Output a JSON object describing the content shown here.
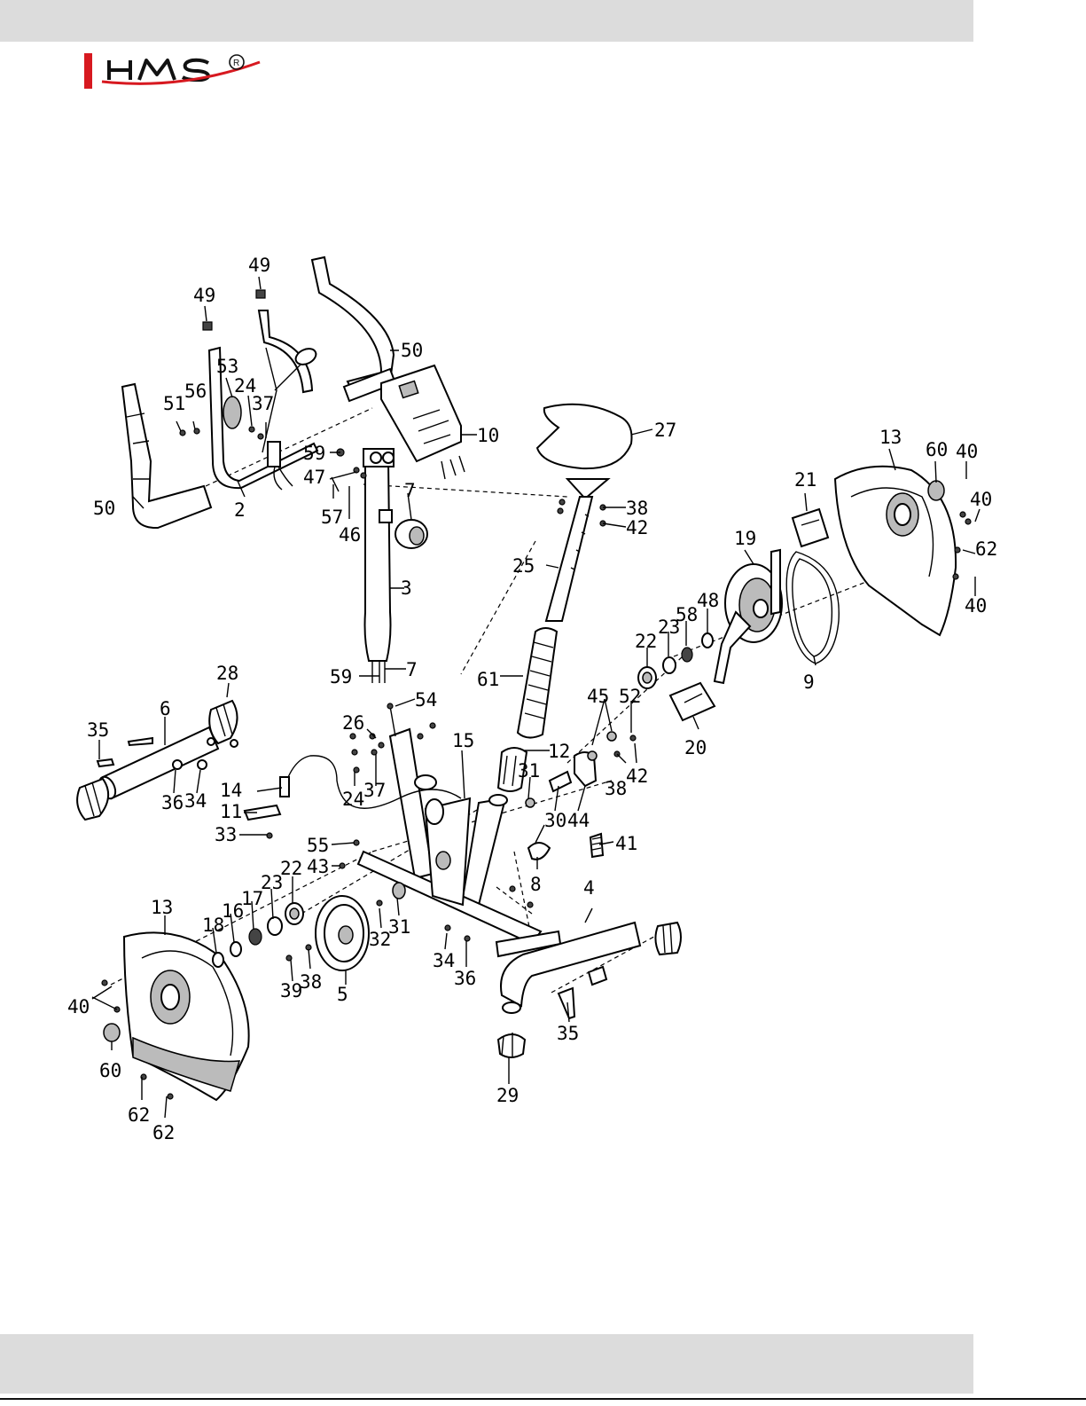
{
  "brand": {
    "name": "HMS",
    "registered_mark": "R",
    "accent_color": "#d71920"
  },
  "colors": {
    "band": "#dcdcdc",
    "ink": "#000000"
  },
  "callouts": {
    "handlebar_left": [
      "50",
      "2",
      "51",
      "56",
      "53",
      "24",
      "37",
      "49"
    ],
    "handlebar_right": [
      "49",
      "50"
    ],
    "console": [
      "10",
      "59",
      "47",
      "57",
      "46",
      "7"
    ],
    "handlebar_post": [
      "3",
      "59",
      "7"
    ],
    "seat": [
      "27",
      "38",
      "42",
      "25",
      "61"
    ],
    "drive": [
      "13",
      "60",
      "40",
      "40",
      "62",
      "40",
      "21",
      "19",
      "9",
      "48",
      "58",
      "23",
      "22",
      "52",
      "45",
      "42",
      "38",
      "20"
    ],
    "front_stabilizer": [
      "28",
      "6",
      "35",
      "36",
      "34"
    ],
    "frame": [
      "54",
      "26",
      "24",
      "37",
      "15",
      "12",
      "31",
      "30",
      "44",
      "41",
      "8",
      "14",
      "11",
      "33",
      "55",
      "43"
    ],
    "flywheel_left": [
      "22",
      "23",
      "17",
      "16",
      "18",
      "13",
      "40",
      "60",
      "62",
      "62",
      "39",
      "38",
      "5",
      "32",
      "31"
    ],
    "rear_stabilizer": [
      "4",
      "34",
      "36",
      "35",
      "29"
    ]
  }
}
